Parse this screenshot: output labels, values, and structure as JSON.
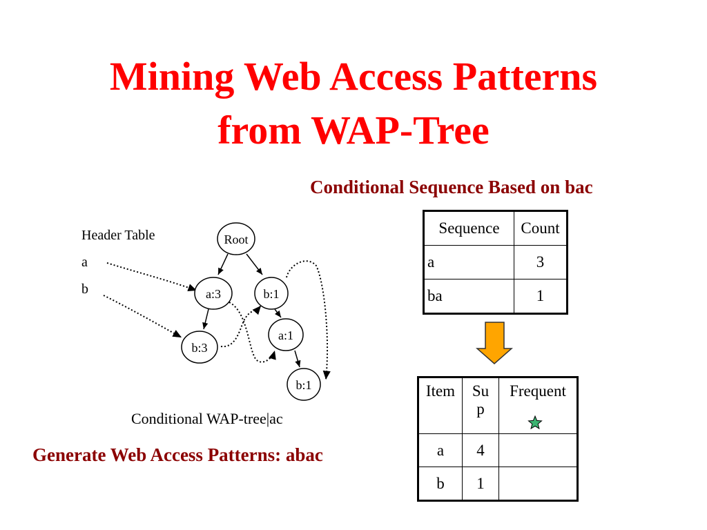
{
  "title": {
    "line1": "Mining Web Access Patterns",
    "line2": "from WAP-Tree"
  },
  "subtitle": "Conditional Sequence Based on bac",
  "generate_text": "Generate Web Access Patterns: abac",
  "colors": {
    "title": "#ff0000",
    "subtitle": "#8b0000",
    "arrow_fill": "#ffa500",
    "star": "#3cb371"
  },
  "wap_tree": {
    "header_title": "Header Table",
    "header_items": [
      "a",
      "b"
    ],
    "caption": "Conditional WAP-tree|ac",
    "nodes": {
      "root": "Root",
      "a3": "a:3",
      "b1_top": "b:1",
      "b3": "b:3",
      "a1": "a:1",
      "b1_bottom": "b:1"
    }
  },
  "sequence_table": {
    "headers": [
      "Sequence",
      "Count"
    ],
    "rows": [
      [
        "a",
        "3"
      ],
      [
        "ba",
        "1"
      ]
    ]
  },
  "frequent_table": {
    "headers": [
      "Item",
      "Su\np",
      "Frequent"
    ],
    "rows": [
      [
        "a",
        "4",
        ""
      ],
      [
        "b",
        "1",
        ""
      ]
    ],
    "frequent_marker_icon": "star-icon"
  }
}
